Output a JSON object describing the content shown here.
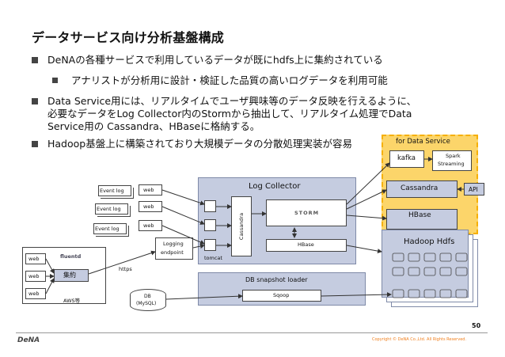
{
  "title": "データサービス向け分析基盤構成",
  "bullets": [
    {
      "text": "DeNAの各種サービスで利用しているデータが既にhdfs上に集約されている"
    },
    {
      "text": "アナリストが分析用に設計・検証した品質の高いログデータを利用可能"
    },
    {
      "line1": "Data Service用には、リアルタイムでユーザ興味等のデータ反映を行えるように、",
      "line2": "必要なデータをLog Collector内のStormから抽出して、リアルタイム処理でData",
      "line3": "Service用の Cassandra、HBaseに格納する。"
    },
    {
      "text": "Hadoop基盤上に構築されており大規模データの分散処理実装が容易"
    }
  ],
  "diagram": {
    "event_log": "Event log",
    "web": "web",
    "log_collector": "Log Collector",
    "cassandra_vertical": "Cassandra",
    "storm": "STORM",
    "hbase": "HBase",
    "tomcat": "tomcat",
    "logging_endpoint_1": "Logging",
    "logging_endpoint_2": "endpoint",
    "https": "https",
    "fluentd": "fluentd",
    "shuyaku": "集約",
    "aws": "AWS等",
    "db_snapshot_loader": "DB snapshot loader",
    "db_1": "DB",
    "db_2": "(MySQL)",
    "sqoop": "Sqoop",
    "for_data_service": "for Data Service",
    "kafka": "kafka",
    "spark_1": "Spark",
    "spark_2": "Streaming",
    "cassandra": "Cassandra",
    "api": "API",
    "hbase_ds": "HBase",
    "hadoop_hdfs": "Hadoop Hdfs"
  },
  "page_number": "50",
  "footer_logo": "DeNA",
  "copyright": "Copyright © DeNA Co.,Ltd. All Rights Reserved.",
  "colors": {
    "box_blue": "#c5cce0",
    "box_border": "#7f8aa8",
    "orange": "#f6b000",
    "orange_fill": "#fcd56a"
  }
}
